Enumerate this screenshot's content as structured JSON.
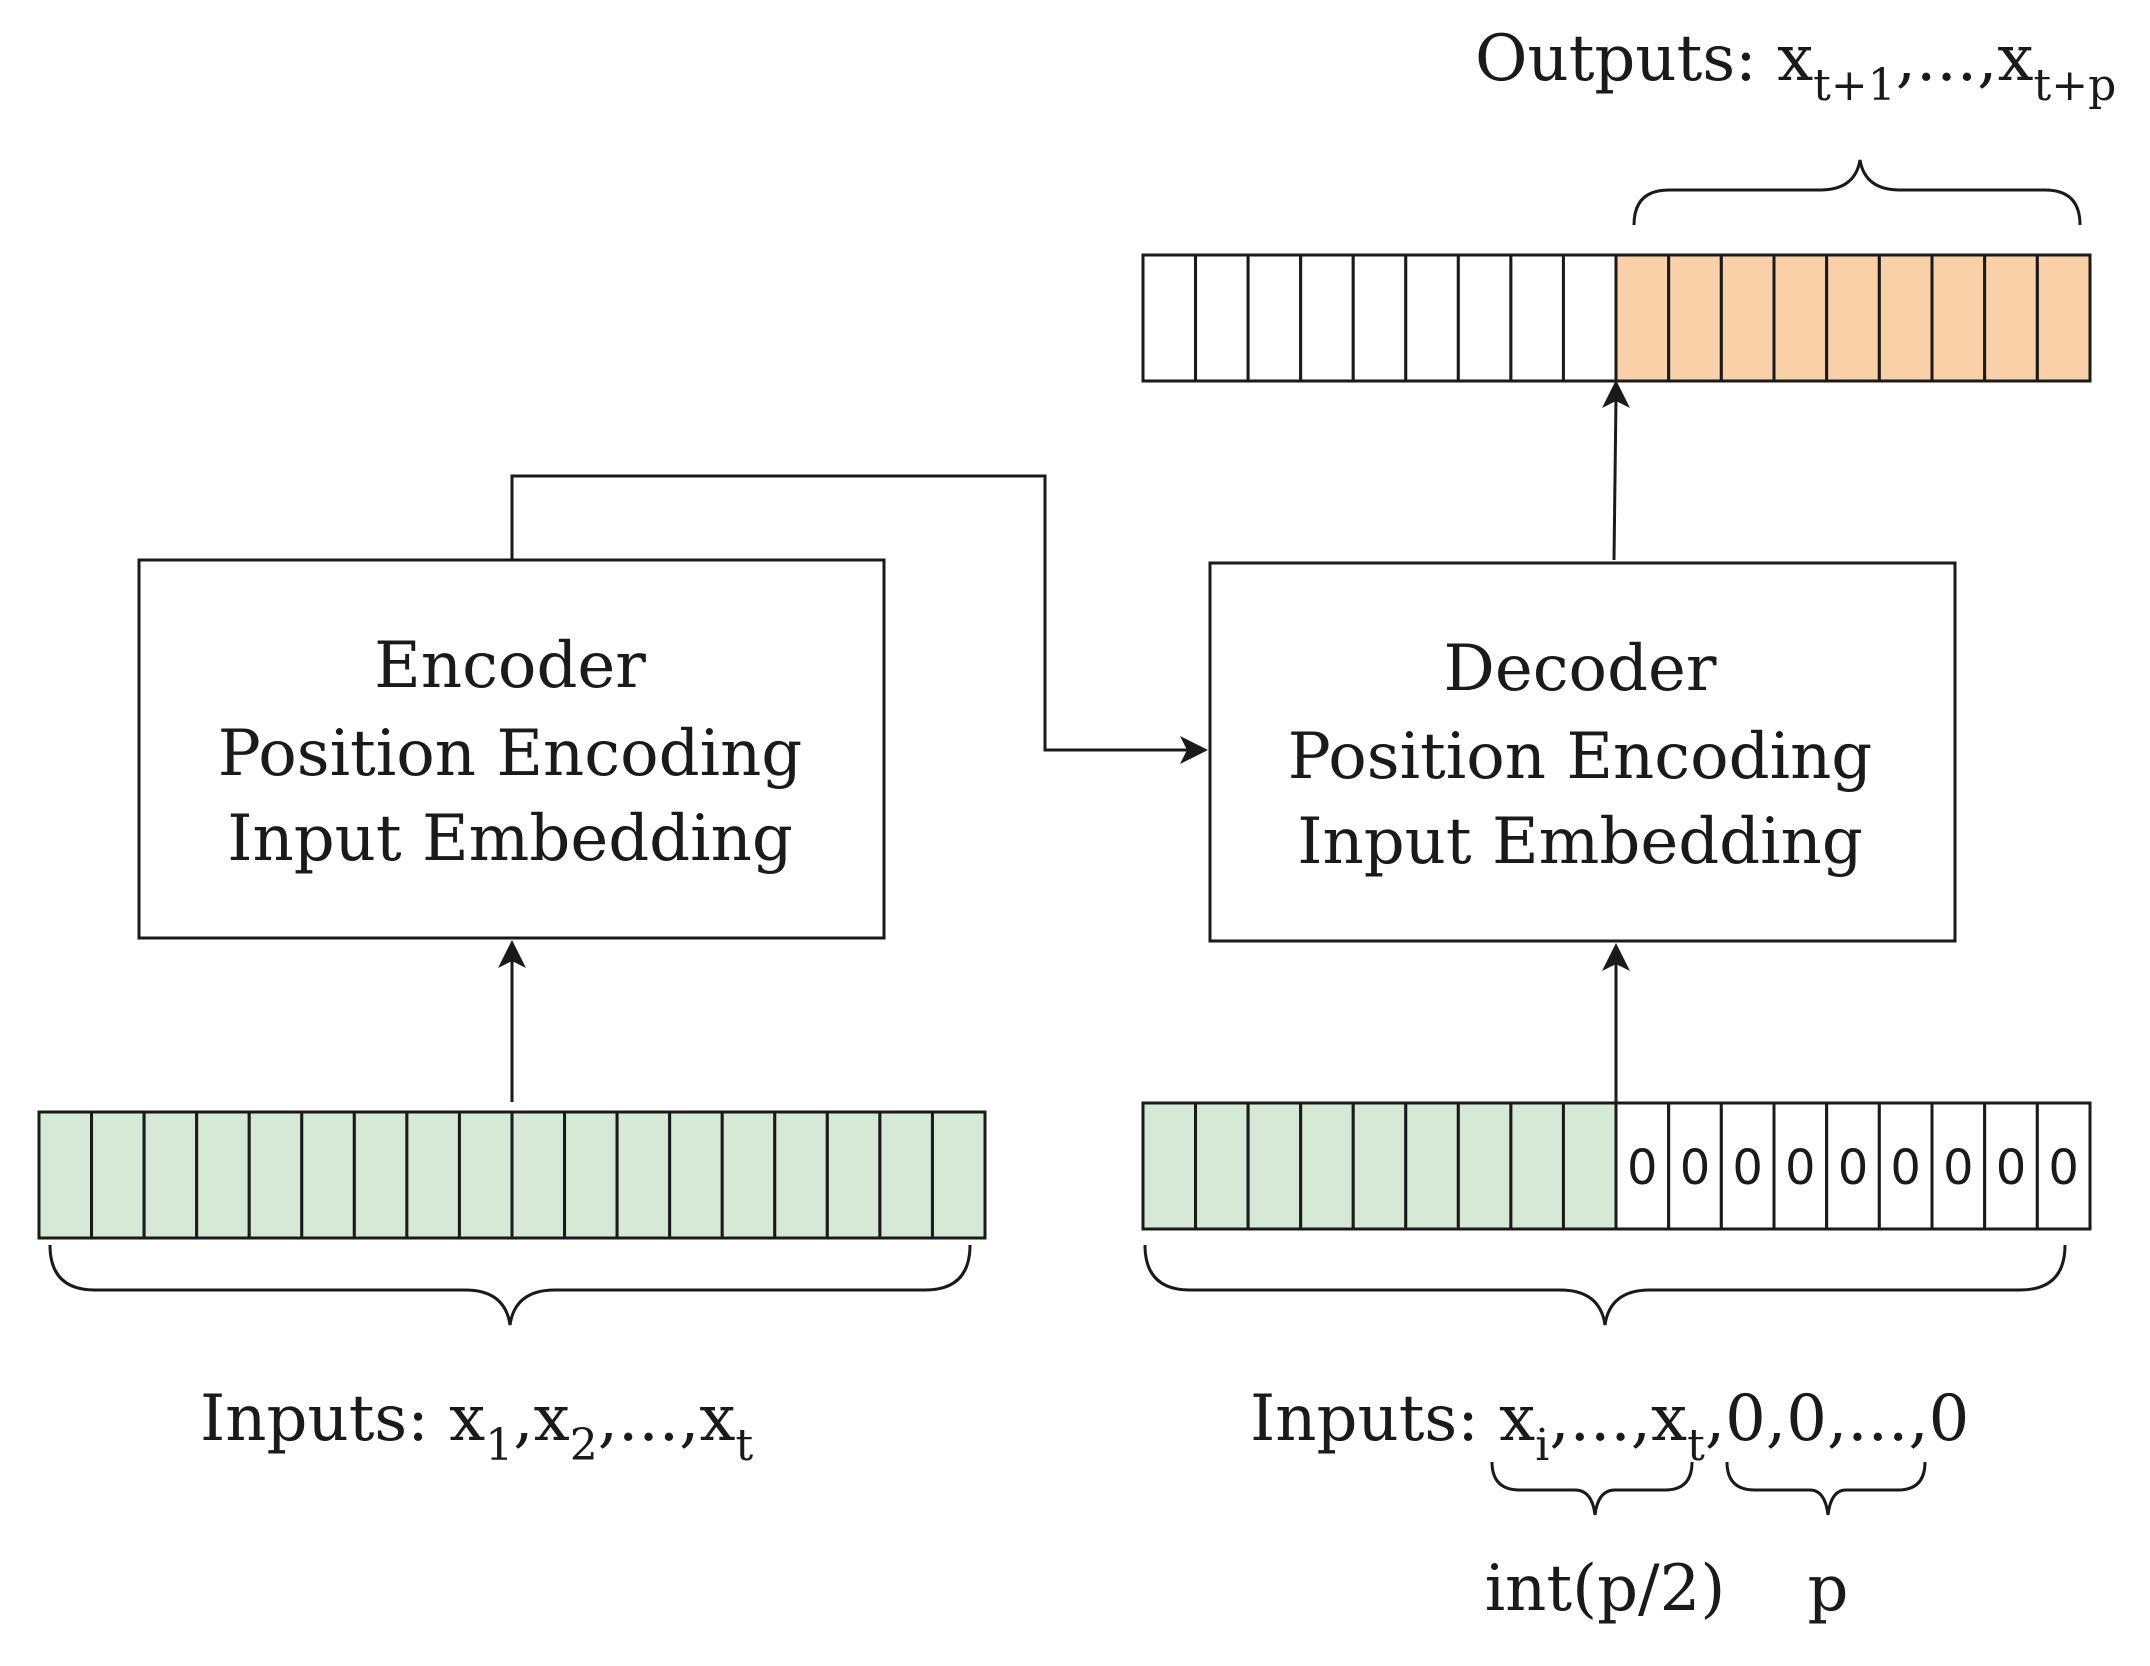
{
  "encoder_box": {
    "lines": [
      "Encoder",
      "Position Encoding",
      "Input Embedding"
    ]
  },
  "decoder_box": {
    "lines": [
      "Decoder",
      "Position Encoding",
      "Input Embedding"
    ]
  },
  "encoder_input": {
    "cells": 18,
    "fill": "#d6e9d6",
    "label_main": "Inputs: x",
    "label": "Inputs: x1,x2,...,xt"
  },
  "decoder_input": {
    "filled_cells": 9,
    "zero_cells": 9,
    "zero_text": "0",
    "fill": "#d6e9d6",
    "label": "Inputs: xi,...,xt,0,0,...,0",
    "brace_left_label": "int(p/2)",
    "brace_right_label": "p"
  },
  "output": {
    "empty_cells": 9,
    "filled_cells": 9,
    "fill": "#f9d0a8",
    "label": "Outputs: xt+1,...,xt+p"
  },
  "colors": {
    "stroke": "#1a1a1a",
    "green": "#d6e9d6",
    "orange": "#f9d0a8"
  }
}
